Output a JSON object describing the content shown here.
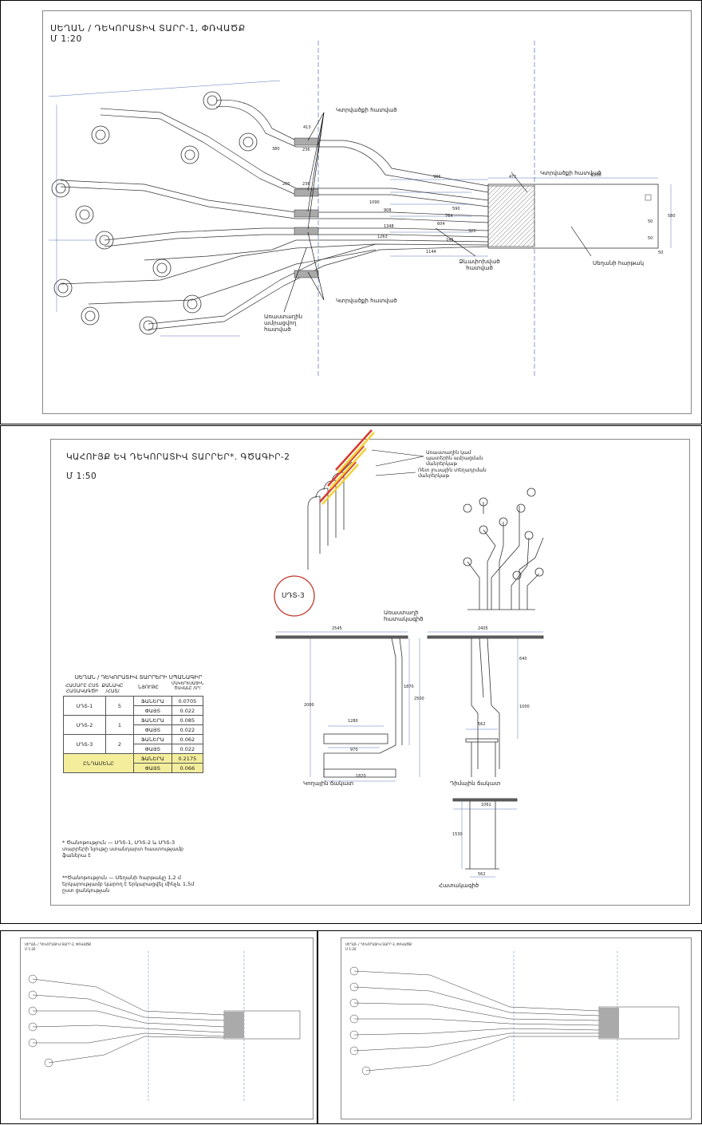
{
  "sheet1": {
    "title": "ՍԵՂԱՆ / ԴԵԿՈՐԱՏԻՎ ՏԱՐՐ-1, ՓՌՎԱԾՔ",
    "scale": "Մ 1:20",
    "labels": {
      "cut_top": "Կտրվածքի հատված",
      "cut_right": "Կտրվածքի հատված",
      "cut_bottom": "Կտրվածքի հատված",
      "leg_shaped": "Ձևափոխված հատված",
      "table_top": "Սեղանի հարթակ",
      "bending_part": "Առաստաղին ամրացվող հատված"
    },
    "dimensions": [
      "413",
      "380",
      "236",
      "200",
      "236",
      "986",
      "1200",
      "471",
      "580",
      "1090",
      "1263",
      "1144",
      "604",
      "322",
      "145",
      "908",
      "764",
      "590",
      "1348",
      "50",
      "50",
      "50"
    ]
  },
  "sheet2": {
    "title": "ԿԱՀՈՒՅՔ ԵՎ ԴԵԿՈՐԱՏԻՎ ՏԱՐՐԵՐ*. ԳԾԱԳԻՐ-2",
    "scale": "Մ 1:50",
    "badge": "ՍԴՏ-3",
    "callout_1": "Առաստաղին կամ պատերին ամրացման մանրերկաթ",
    "callout_2": "Ռետ լուսային տեղադրման մանրերկաթ",
    "plan_label": "Առաստաղի հատակագիծ",
    "front_label": "Կողային ճակատ",
    "side_label": "Դիմային ճակատ",
    "bottom_label": "Հատակագիծ",
    "spec_title": "ՍԵՂԱՆ / ԴԵԿՈՐԱՏԻՎ ՏԱՐՐԵՐԻ ՍՊԱՆԱԳԻՐ",
    "spec_headers": [
      "ՀԱՄԱՐԸ ԸՍՏ ՀԱՏԱԿԱԳԾԻ",
      "ՔԱՆԱԿԸ /ՀԱՏ/",
      "ՆՅՈՒԹԸ",
      "ՄԱԿԵՐԵՍԱՅԻՆ ԾԱՎԱԼԸ /Մ³/"
    ],
    "spec_rows": [
      {
        "id": "ՍԴՏ-1",
        "qty": "5",
        "material": "ՖԱՆԵՐԱ",
        "volume": "0.0705"
      },
      {
        "id": "",
        "qty": "",
        "material": "ՓԱՅՏ",
        "volume": "0.022"
      },
      {
        "id": "ՍԴՏ-2",
        "qty": "1",
        "material": "ՖԱՆԵՐԱ",
        "volume": "0.085"
      },
      {
        "id": "",
        "qty": "",
        "material": "ՓԱՅՏ",
        "volume": "0.022"
      },
      {
        "id": "ՍԴՏ-3",
        "qty": "2",
        "material": "ՖԱՆԵՐԱ",
        "volume": "0.062"
      },
      {
        "id": "",
        "qty": "",
        "material": "ՓԱՅՏ",
        "volume": "0.022"
      }
    ],
    "spec_total": [
      {
        "id": "ԸՆԴԱՄԵՆԸ",
        "material": "ՖԱՆԵՐԱ",
        "volume": "0.2175"
      },
      {
        "id": "",
        "material": "ՓԱՅՏ",
        "volume": "0.066"
      }
    ],
    "note_1": "* Ծանոթություն — ՍԴՏ-1, ՍԴՏ-2 և ՍԴՏ-3 տարրերի նյութը ստանդարտ հաստությամբ ֆաներա է",
    "note_2": "**Ծանոթություն — Սեղանի հարթակը 1,2 մ երկարությամբ կարող է երկարացվել մինչև 1,5մ ըստ ցանկության",
    "dims": [
      "2545",
      "2405",
      "1870",
      "2000",
      "2500",
      "1820",
      "1280",
      "970",
      "562",
      "1000",
      "640",
      "1061",
      "1530",
      "562"
    ]
  },
  "thumb_left": {
    "title": "ՍԵՂԱՆ / ԴԵԿՈՐԱՏԻՎ ՏԱՐՐ-2, ՓՌՎԱԾՔ",
    "scale": "Մ 1:20"
  },
  "thumb_right": {
    "title": "ՍԵՂԱՆ / ԴԵԿՈՐԱՏԻՎ ՏԱՐՐ-3, ՓՌՎԱԾՔ",
    "scale": "Մ 1:20"
  },
  "colors": {
    "line": "#2b4fa8",
    "hatch": "#999999",
    "highlight": "#f4ee9c",
    "badge": "#c0392b"
  }
}
